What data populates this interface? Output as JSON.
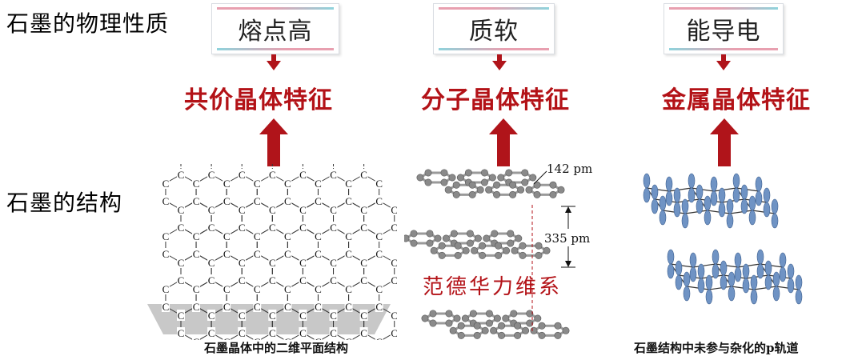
{
  "labels": {
    "properties": "石墨的物理性质",
    "structure": "石墨的结构"
  },
  "properties": [
    {
      "text": "熔点高",
      "feature": "共价晶体特征"
    },
    {
      "text": "质软",
      "feature": "分子晶体特征"
    },
    {
      "text": "能导电",
      "feature": "金属晶体特征"
    }
  ],
  "captions": {
    "left": "石墨晶体中的二维平面结构",
    "right": "石墨结构中未参与杂化的p轨道"
  },
  "middle": {
    "bond_length": "142 pm",
    "layer_spacing": "335 pm",
    "force": "范德华力维系"
  },
  "atom_symbol": "C",
  "colors": {
    "arrow": "#b0141a",
    "feature_text": "#b31217",
    "substrate": "#c8c8c8",
    "orbital": "#6f93c4"
  }
}
